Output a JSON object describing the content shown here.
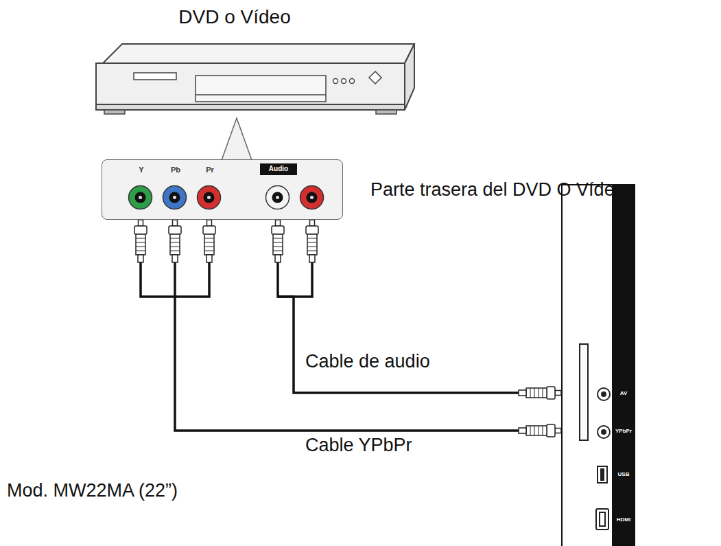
{
  "diagram": {
    "nodes": [
      {
        "text": [
          "DVD o Vídeo"
        ]
      },
      {
        "text": [
          "Y",
          "Pb",
          "Pr",
          "Audio"
        ]
      },
      {
        "text": [
          "AV",
          "YPbPr",
          "USB",
          "HDMI"
        ]
      }
    ],
    "edges": [
      {
        "from": 1,
        "to": 2,
        "arrow": "none",
        "label": "Cable de audio"
      },
      {
        "from": 1,
        "to": 2,
        "arrow": "none",
        "label": "Cable YPbPr"
      }
    ],
    "labels": [
      "Parte trasera del DVD O Vídeo",
      "Mod. MW22MA (22”)"
    ]
  }
}
